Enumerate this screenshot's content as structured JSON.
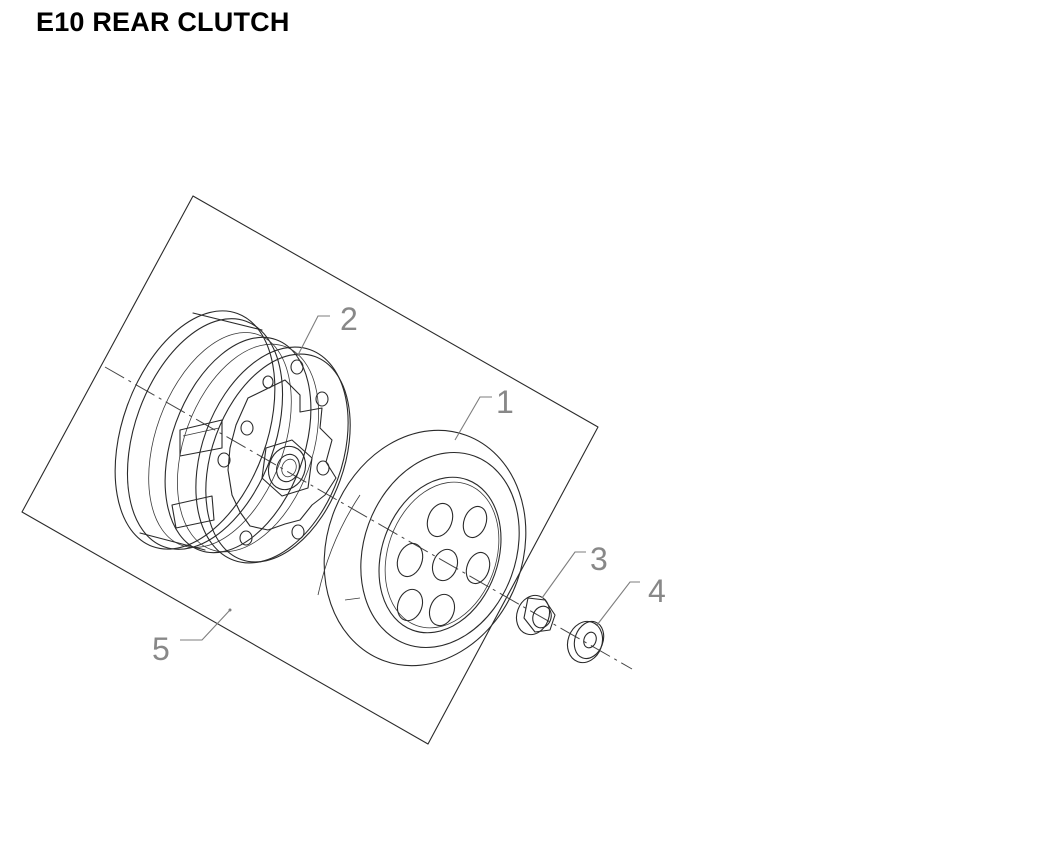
{
  "title": "E10 REAR CLUTCH",
  "callouts": [
    {
      "number": "1",
      "part": "clutch-outer-bell"
    },
    {
      "number": "2",
      "part": "clutch-shoe-assembly"
    },
    {
      "number": "3",
      "part": "flange-nut"
    },
    {
      "number": "4",
      "part": "washer"
    },
    {
      "number": "5",
      "part": "rear-clutch-assembly"
    }
  ],
  "colors": {
    "line": "#2a2a2a",
    "callout": "#888888",
    "title": "#000000"
  }
}
